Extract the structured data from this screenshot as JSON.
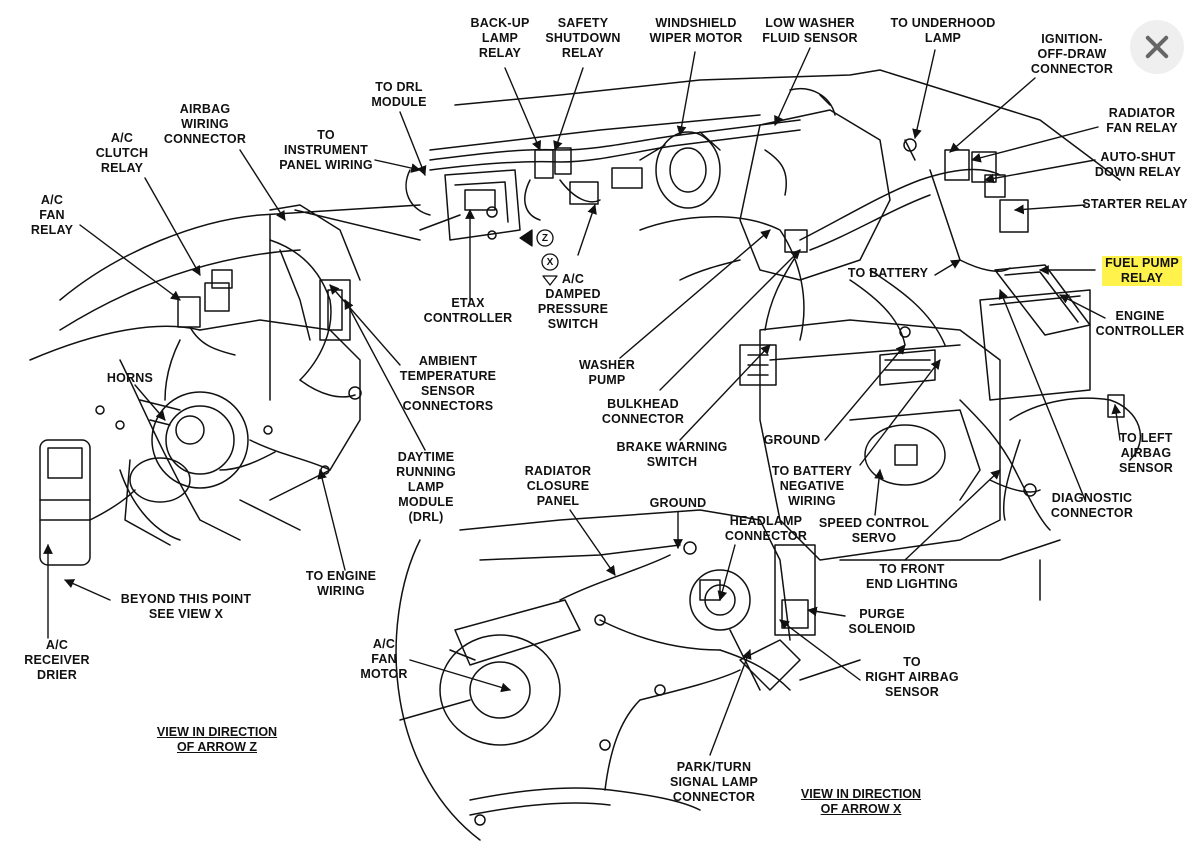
{
  "labels": {
    "backup_lamp_relay": "BACK-UP\nLAMP\nRELAY",
    "safety_shutdown_relay": "SAFETY\nSHUTDOWN\nRELAY",
    "windshield_wiper_motor": "WINDSHIELD\nWIPER MOTOR",
    "low_washer_fluid_sensor": "LOW WASHER\nFLUID SENSOR",
    "to_underhood_lamp": "TO UNDERHOOD\nLAMP",
    "ignition_off_draw_connector": "IGNITION-\nOFF-DRAW\nCONNECTOR",
    "radiator_fan_relay": "RADIATOR\nFAN RELAY",
    "auto_shut_down_relay": "AUTO-SHUT\nDOWN RELAY",
    "starter_relay": "STARTER RELAY",
    "fuel_pump_relay": "FUEL PUMP\nRELAY",
    "engine_controller": "ENGINE\nCONTROLLER",
    "to_drl_module": "TO DRL\nMODULE",
    "to_instrument_panel_wiring": "TO\nINSTRUMENT\nPANEL WIRING",
    "airbag_wiring_connector": "AIRBAG\nWIRING\nCONNECTOR",
    "ac_clutch_relay": "A/C\nCLUTCH\nRELAY",
    "ac_fan_relay": "A/C\nFAN\nRELAY",
    "etax_controller": "ETAX\nCONTROLLER",
    "ac_damped_pressure_switch": "A/C\nDAMPED\nPRESSURE\nSWITCH",
    "washer_pump": "WASHER\nPUMP",
    "bulkhead_connector": "BULKHEAD\nCONNECTOR",
    "brake_warning_switch": "BRAKE WARNING\nSWITCH",
    "to_battery": "TO BATTERY",
    "ground_upper": "GROUND",
    "to_battery_negative_wiring": "TO BATTERY\nNEGATIVE\nWIRING",
    "speed_control_servo": "SPEED CONTROL\nSERVO",
    "to_front_end_lighting": "TO FRONT\nEND LIGHTING",
    "to_left_airbag_sensor": "TO LEFT\nAIRBAG\nSENSOR",
    "diagnostic_connector": "DIAGNOSTIC\nCONNECTOR",
    "ambient_temperature_sensor_connectors": "AMBIENT\nTEMPERATURE\nSENSOR\nCONNECTORS",
    "daytime_running_lamp_module": "DAYTIME\nRUNNING\nLAMP\nMODULE\n(DRL)",
    "horns": "HORNS",
    "radiator_closure_panel": "RADIATOR\nCLOSURE\nPANEL",
    "ground_lower": "GROUND",
    "headlamp_connector": "HEADLAMP\nCONNECTOR",
    "purge_solenoid": "PURGE\nSOLENOID",
    "to_right_airbag_sensor": "TO\nRIGHT AIRBAG\nSENSOR",
    "to_engine_wiring": "TO ENGINE\nWIRING",
    "beyond_this_point": "BEYOND THIS POINT\nSEE VIEW X",
    "ac_receiver_drier": "A/C\nRECEIVER\nDRIER",
    "ac_fan_motor": "A/C\nFAN\nMOTOR",
    "park_turn_signal_lamp_connector": "PARK/TURN\nSIGNAL LAMP\nCONNECTOR"
  },
  "views": {
    "view_z": "VIEW IN DIRECTION\nOF ARROW Z",
    "view_x": "VIEW IN DIRECTION\nOF ARROW X"
  },
  "marks": {
    "z_marker": "Z",
    "x_marker": "X"
  },
  "close_button": {
    "icon": "close-icon"
  },
  "highlight_color": "#fff24a"
}
